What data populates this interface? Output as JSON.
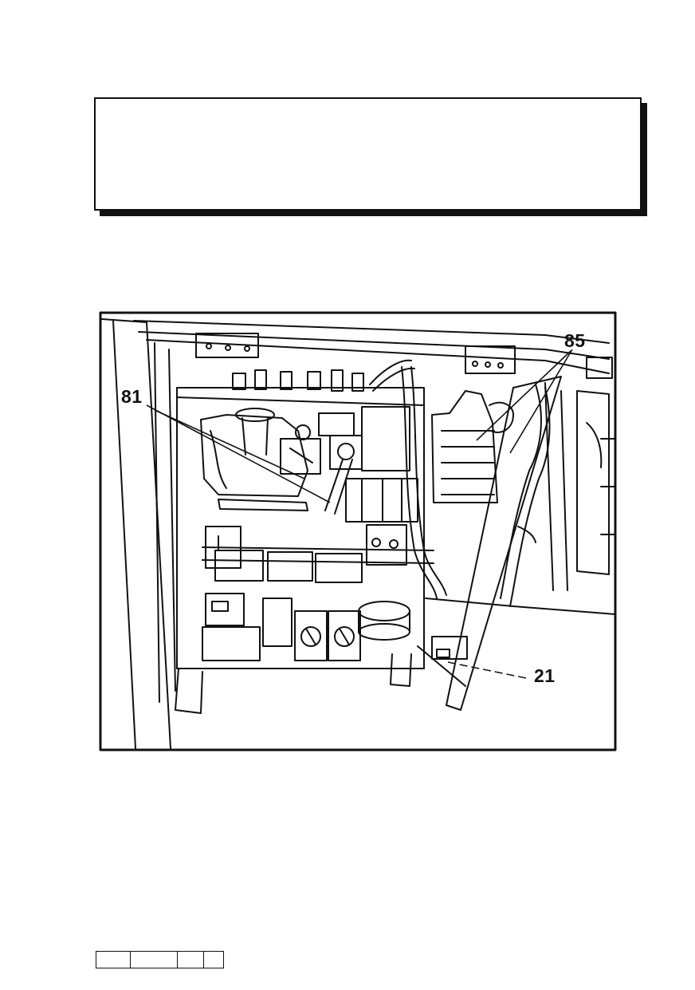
{
  "document": {
    "title_box": {
      "text": ""
    },
    "figure": {
      "description_free": true,
      "callouts": [
        {
          "id": "callout-81",
          "label": "81"
        },
        {
          "id": "callout-85",
          "label": "85"
        },
        {
          "id": "callout-21",
          "label": "21"
        }
      ]
    },
    "footer": {
      "cells": [
        "",
        "",
        "",
        ""
      ]
    }
  },
  "colors": {
    "ink": "#111111",
    "paper": "#ffffff"
  }
}
